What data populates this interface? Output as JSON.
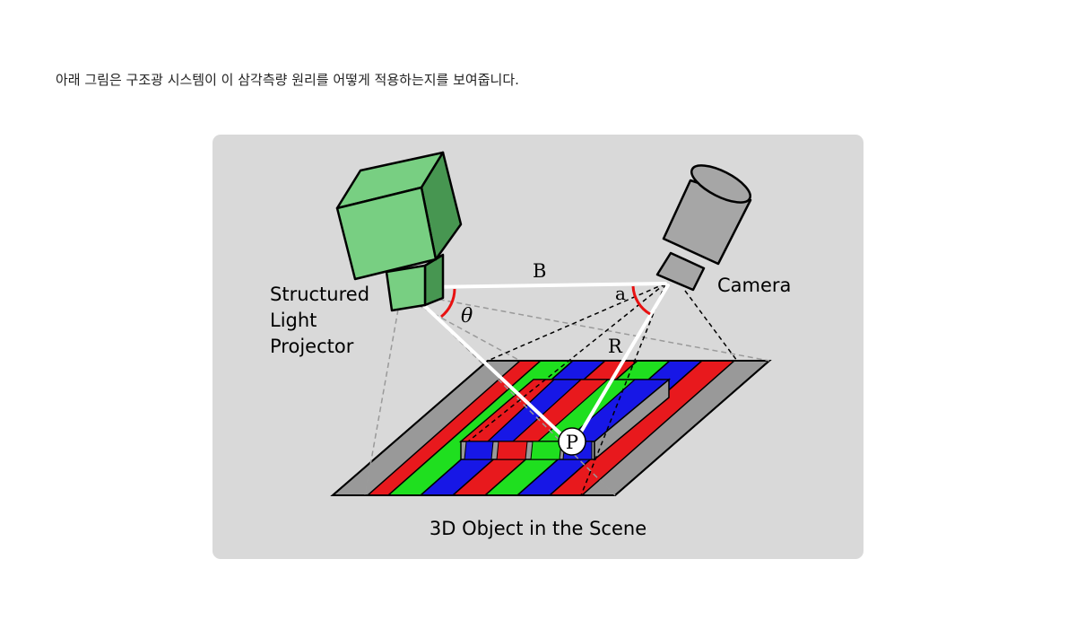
{
  "caption": "아래 그림은 구조광 시스템이 이 삼각측량 원리를 어떻게 적용하는지를 보여줍니다.",
  "diagram": {
    "projector_label": [
      "Structured",
      "Light",
      "Projector"
    ],
    "camera_label": "Camera",
    "scene_label": "3D Object in the Scene",
    "baseline_label": "B",
    "range_label": "R",
    "point_label": "P",
    "projector_angle_label": "θ",
    "camera_angle_label": "a"
  },
  "colors": {
    "panel": "#d9d9d9",
    "projector_light": "#78cf82",
    "projector_dark": "#479651",
    "camera_gray": "#a6a6a6",
    "stripe_red": "#e8191d",
    "stripe_green": "#1fdf1f",
    "stripe_blue": "#1717e6",
    "angle_arc": "#e81010"
  }
}
